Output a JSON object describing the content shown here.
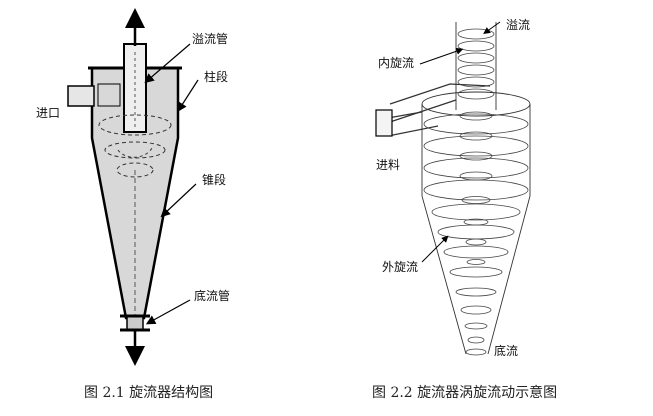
{
  "figure1": {
    "caption": "图 2.1  旋流器结构图",
    "labels": {
      "overflow_pipe": "溢流管",
      "cylinder_section": "柱段",
      "inlet": "进口",
      "cone_section": "锥段",
      "underflow_pipe": "底流管"
    }
  },
  "figure2": {
    "caption": "图 2.2  旋流器涡旋流动示意图",
    "labels": {
      "overflow": "溢流",
      "inner_vortex": "内旋流",
      "feed": "进料",
      "outer_vortex": "外旋流",
      "underflow": "底流"
    }
  }
}
